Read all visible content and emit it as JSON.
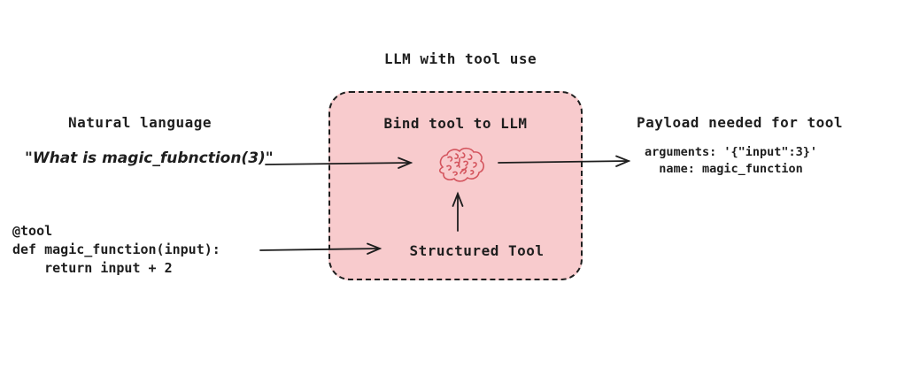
{
  "title": "LLM with tool use",
  "left": {
    "heading": "Natural language",
    "quote": "\"What is magic_fubnction(3)\"",
    "code": "@tool\ndef magic_function(input):\n    return input + 2"
  },
  "center": {
    "heading": "Bind tool to LLM",
    "brain_icon": "brain-doodle-icon",
    "tool_label": "Structured Tool"
  },
  "right": {
    "heading": "Payload needed for tool",
    "payload": "arguments: '{\"input\":3}'\n  name: magic_function"
  },
  "colors": {
    "box_fill": "#f8cbcd",
    "box_border": "#1e1e1e",
    "text": "#1e1e1e",
    "brain_stroke": "#d4555e",
    "arrow": "#1e1e1e"
  }
}
